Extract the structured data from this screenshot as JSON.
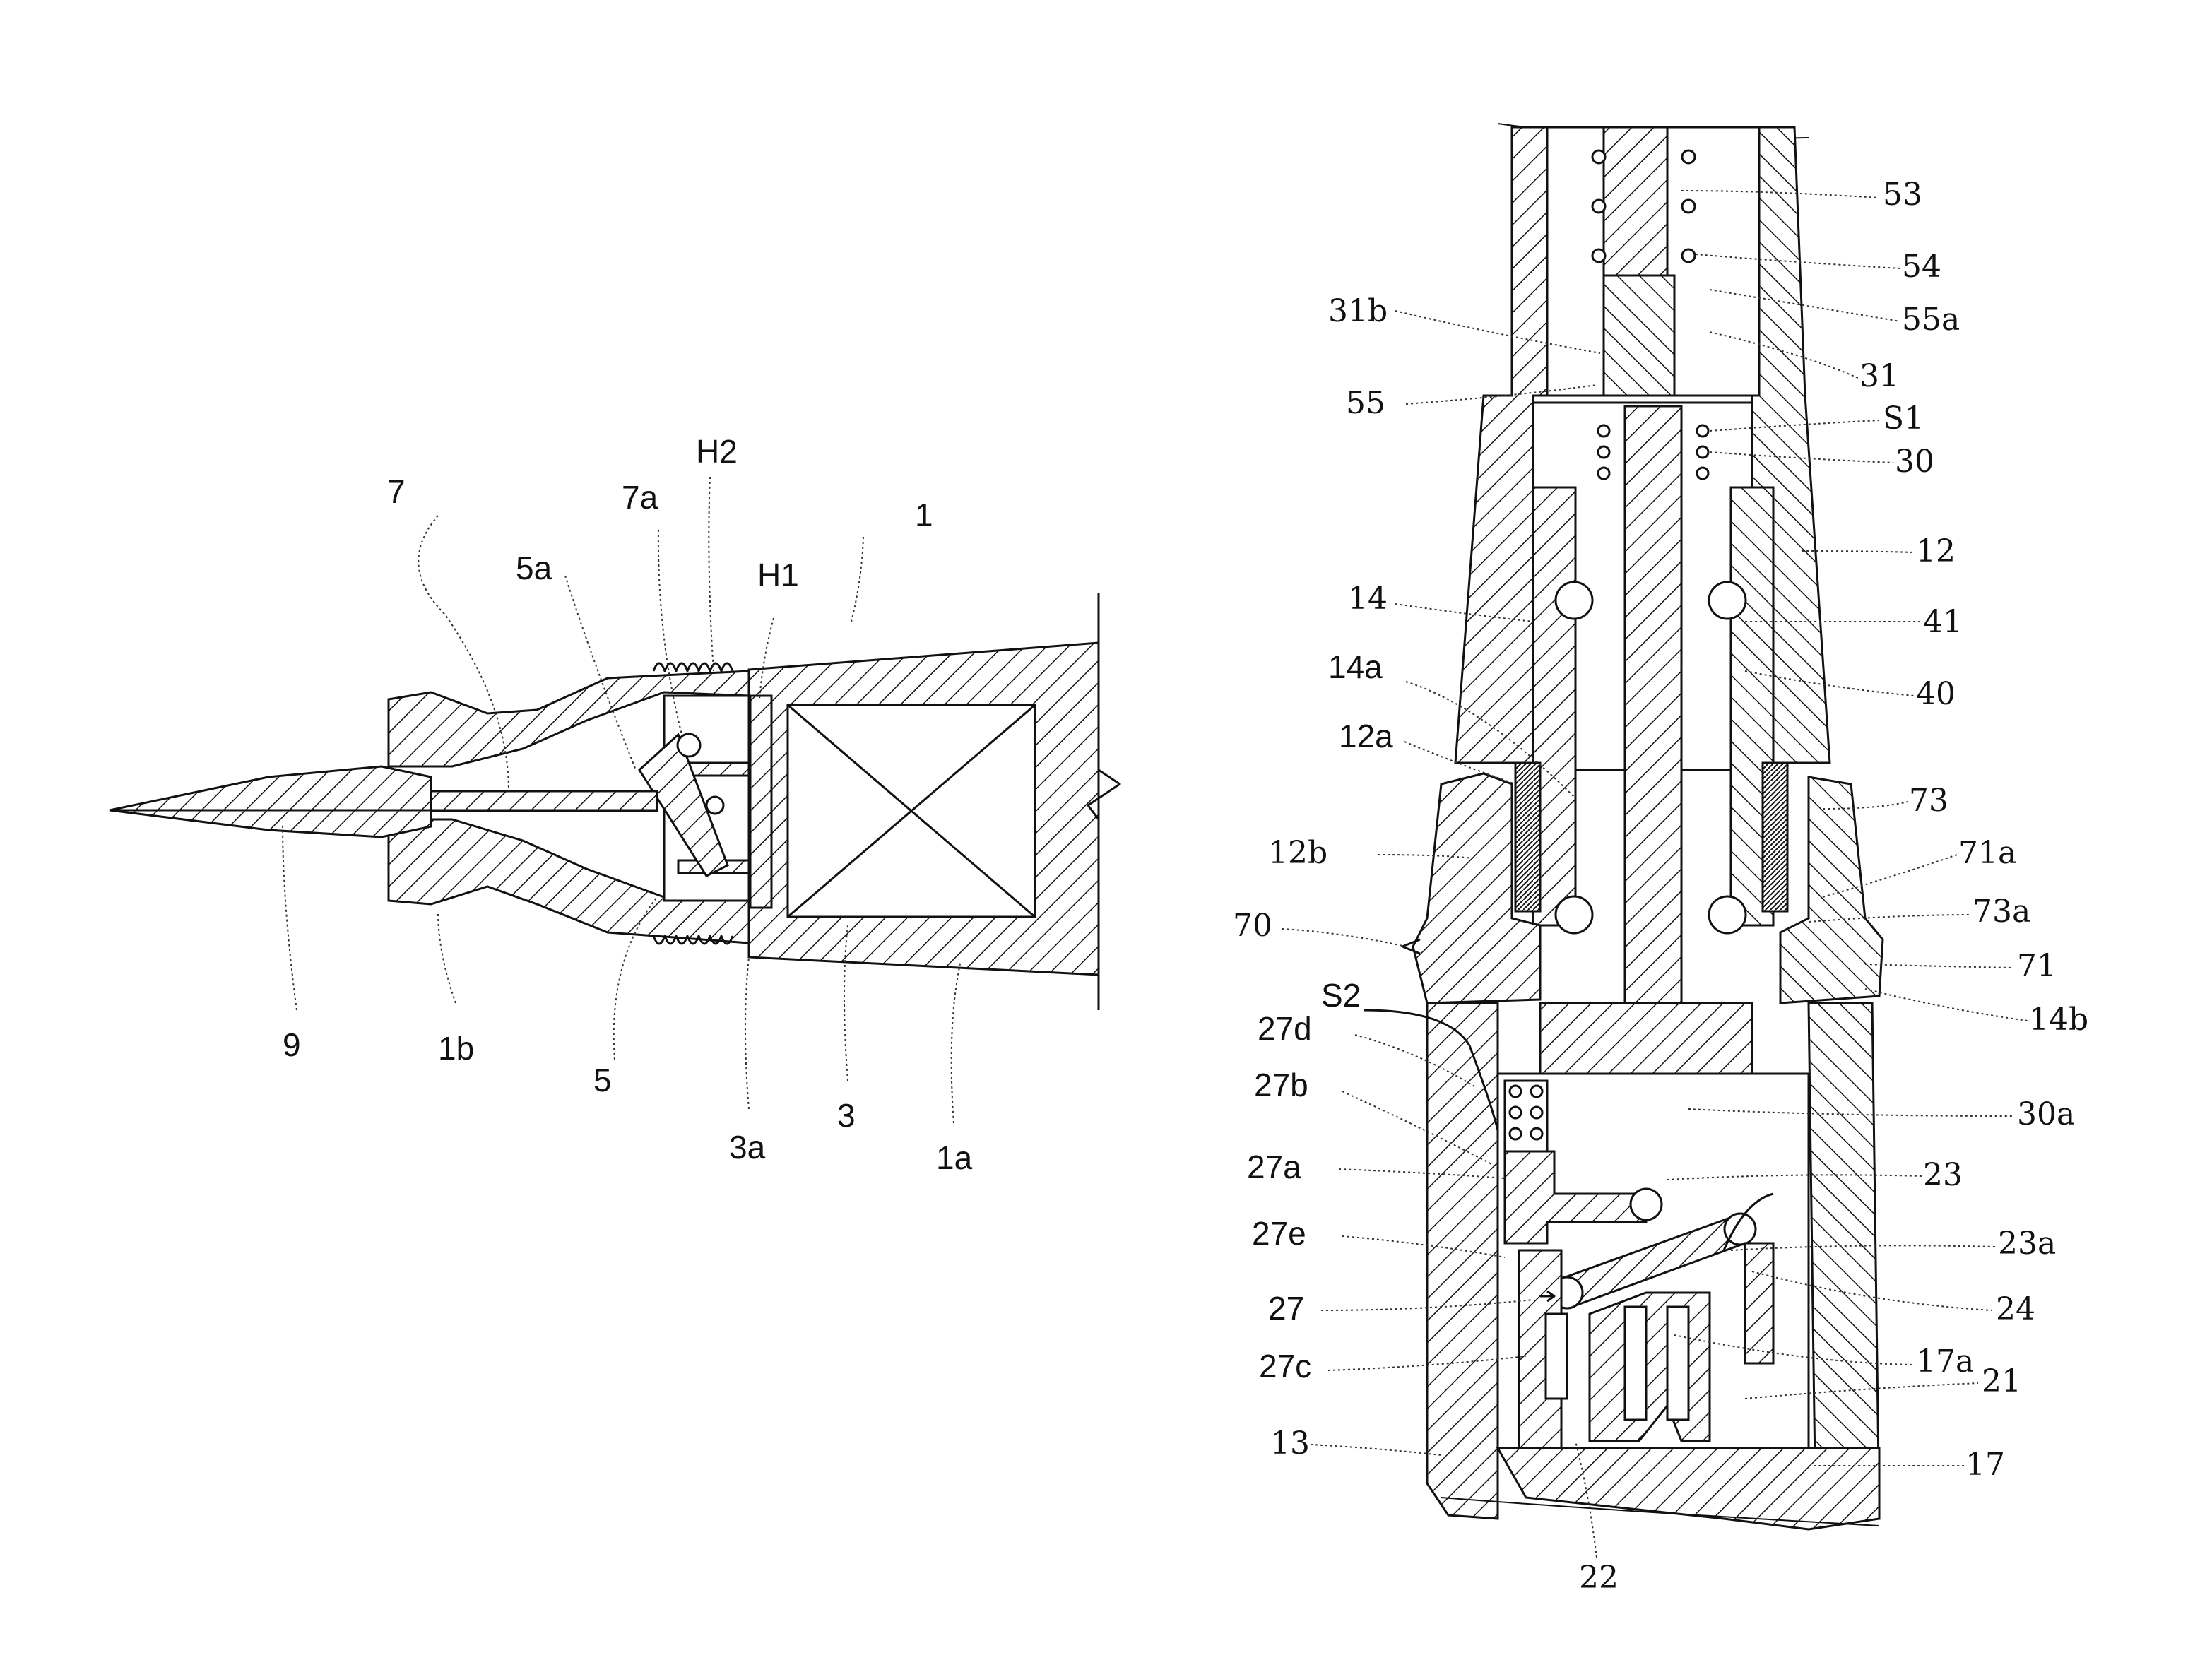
{
  "figure_left": {
    "labels": {
      "l1": "1",
      "l7": "7",
      "l7a": "7a",
      "lH2": "H2",
      "l5a": "5a",
      "lH1": "H1",
      "l9": "9",
      "l1b": "1b",
      "l5": "5",
      "l3a": "3a",
      "l3": "3",
      "l1a": "1a"
    }
  },
  "figure_right": {
    "labels": {
      "l53": "53",
      "l54": "54",
      "l55a": "55a",
      "l31b": "31b",
      "l31": "31",
      "l55": "55",
      "lS1": "S1",
      "l30": "30",
      "l12": "12",
      "l14": "14",
      "l41": "41",
      "l40": "40",
      "l14a": "14a",
      "l12a": "12a",
      "l73": "73",
      "l12b": "12b",
      "l71a": "71a",
      "l70": "70",
      "l73a": "73a",
      "l71": "71",
      "lS2": "S2",
      "l14b": "14b",
      "l27d": "27d",
      "l30a": "30a",
      "l27b": "27b",
      "l27a": "27a",
      "l23": "23",
      "l27e": "27e",
      "l23a": "23a",
      "l27": "27",
      "l24": "24",
      "l27c": "27c",
      "l17a": "17a",
      "l21": "21",
      "l13": "13",
      "l17": "17",
      "l22": "22"
    }
  }
}
